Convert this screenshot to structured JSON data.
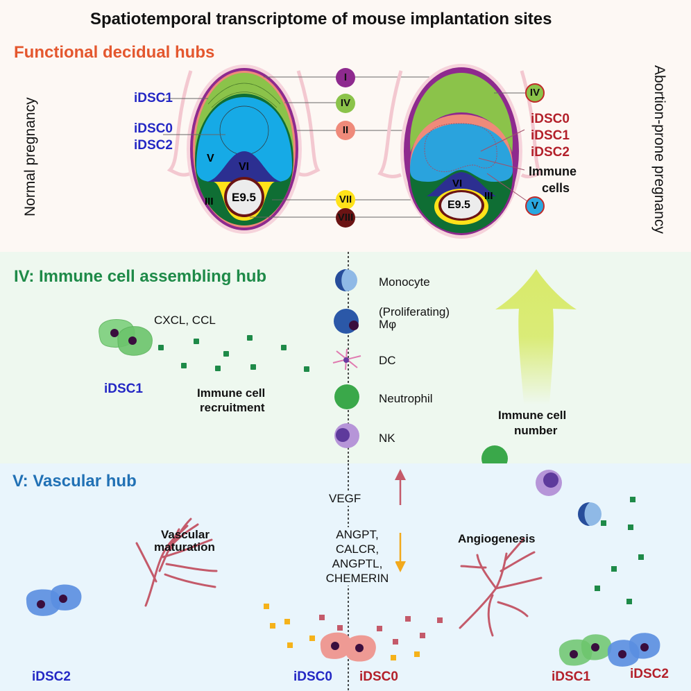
{
  "title": "Spatiotemporal transcriptome of mouse implantation sites",
  "top_panel": {
    "heading": "Functional decidual hubs",
    "left_side_label": "Normal pregnancy",
    "right_side_label": "Abortion-prone pregnancy",
    "normal_labels": {
      "idsc1": "iDSC1",
      "idsc0": "iDSC0",
      "idsc2": "iDSC2"
    },
    "normal_regions": {
      "v": "V",
      "vi": "VI",
      "iii": "III",
      "embryo": "E9.5"
    },
    "hub_badges": [
      {
        "label": "I",
        "color": "#8e2a8e"
      },
      {
        "label": "IV",
        "color": "#8bc34a"
      },
      {
        "label": "II",
        "color": "#ef8a7a"
      },
      {
        "label": "VII",
        "color": "#ffe21a"
      },
      {
        "label": "VIII",
        "color": "#6b1414"
      }
    ],
    "abortion_badges": [
      {
        "label": "IV",
        "color": "#8bc34a"
      },
      {
        "label": "V",
        "color": "#29a8e0"
      }
    ],
    "abortion_labels": {
      "idsc0": "iDSC0",
      "idsc1": "iDSC1",
      "idsc2": "iDSC2",
      "immune": "Immune",
      "cells": "cells"
    },
    "abortion_regions": {
      "vi": "VI",
      "iii": "III",
      "embryo": "E9.5"
    }
  },
  "mid_panel": {
    "heading": "IV: Immune cell assembling hub",
    "signal_label": "CXCL, CCL",
    "source_cell_label": "iDSC1",
    "process_label_1": "Immune cell",
    "process_label_2": "recruitment",
    "immune_cells": [
      {
        "label": "Monocyte"
      },
      {
        "label_1": "(Proliferating)",
        "label_2": "Mφ"
      },
      {
        "label": "DC"
      },
      {
        "label": "Neutrophil"
      },
      {
        "label": "NK"
      }
    ],
    "arrow_label_1": "Immune cell",
    "arrow_label_2": "number",
    "arrow_color": "#d8ea6a"
  },
  "bot_panel": {
    "heading": "V: Vascular hub",
    "left_cell_label": "iDSC2",
    "maturation_label_1": "Vascular",
    "maturation_label_2": "maturation",
    "vegf_label": "VEGF",
    "factors": [
      "ANGPT,",
      "CALCR,",
      "ANGPTL,",
      "CHEMERIN"
    ],
    "vegf_arrow": "up",
    "factors_arrow": "down",
    "center_left_label": "iDSC0",
    "center_right_label": "iDSC0",
    "angiogenesis_label": "Angiogenesis",
    "right_labels": {
      "idsc1": "iDSC1",
      "idsc2": "iDSC2"
    },
    "vessel_color": "#c45a6a"
  }
}
